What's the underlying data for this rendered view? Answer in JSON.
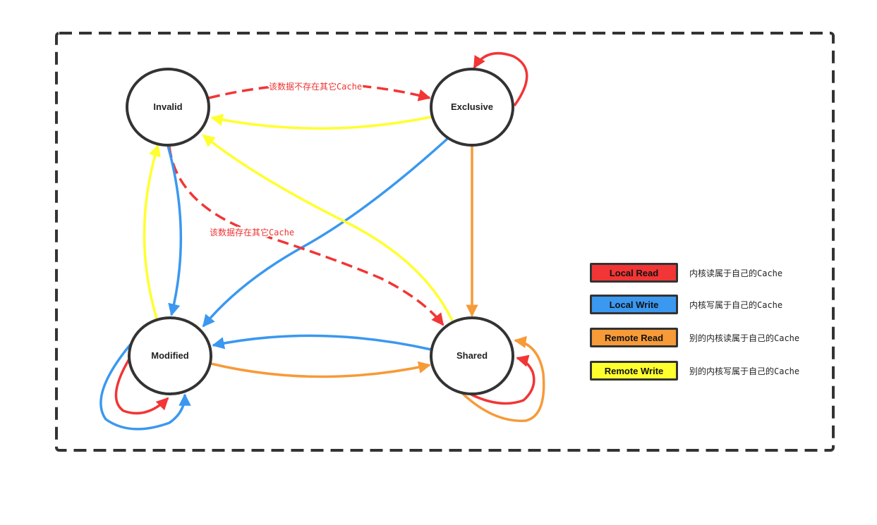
{
  "states": {
    "invalid": "Invalid",
    "exclusive": "Exclusive",
    "modified": "Modified",
    "shared": "Shared"
  },
  "edge_labels": {
    "invalid_to_exclusive": "该数据不存在其它Cache",
    "invalid_to_shared": "该数据存在其它Cache"
  },
  "colors": {
    "local_read": "#f23535",
    "local_write": "#3a98f0",
    "remote_read": "#f79a38",
    "remote_write": "#ffff2e",
    "border": "#333333"
  },
  "legend": [
    {
      "label": "Local Read",
      "description": "内核读属于自己的Cache",
      "color": "#f23535"
    },
    {
      "label": "Local Write",
      "description": "内核写属于自己的Cache",
      "color": "#3a98f0"
    },
    {
      "label": "Remote Read",
      "description": "别的内核读属于自己的Cache",
      "color": "#f79a38"
    },
    {
      "label": "Remote Write",
      "description": "别的内核写属于自己的Cache",
      "color": "#ffff2e"
    }
  ]
}
